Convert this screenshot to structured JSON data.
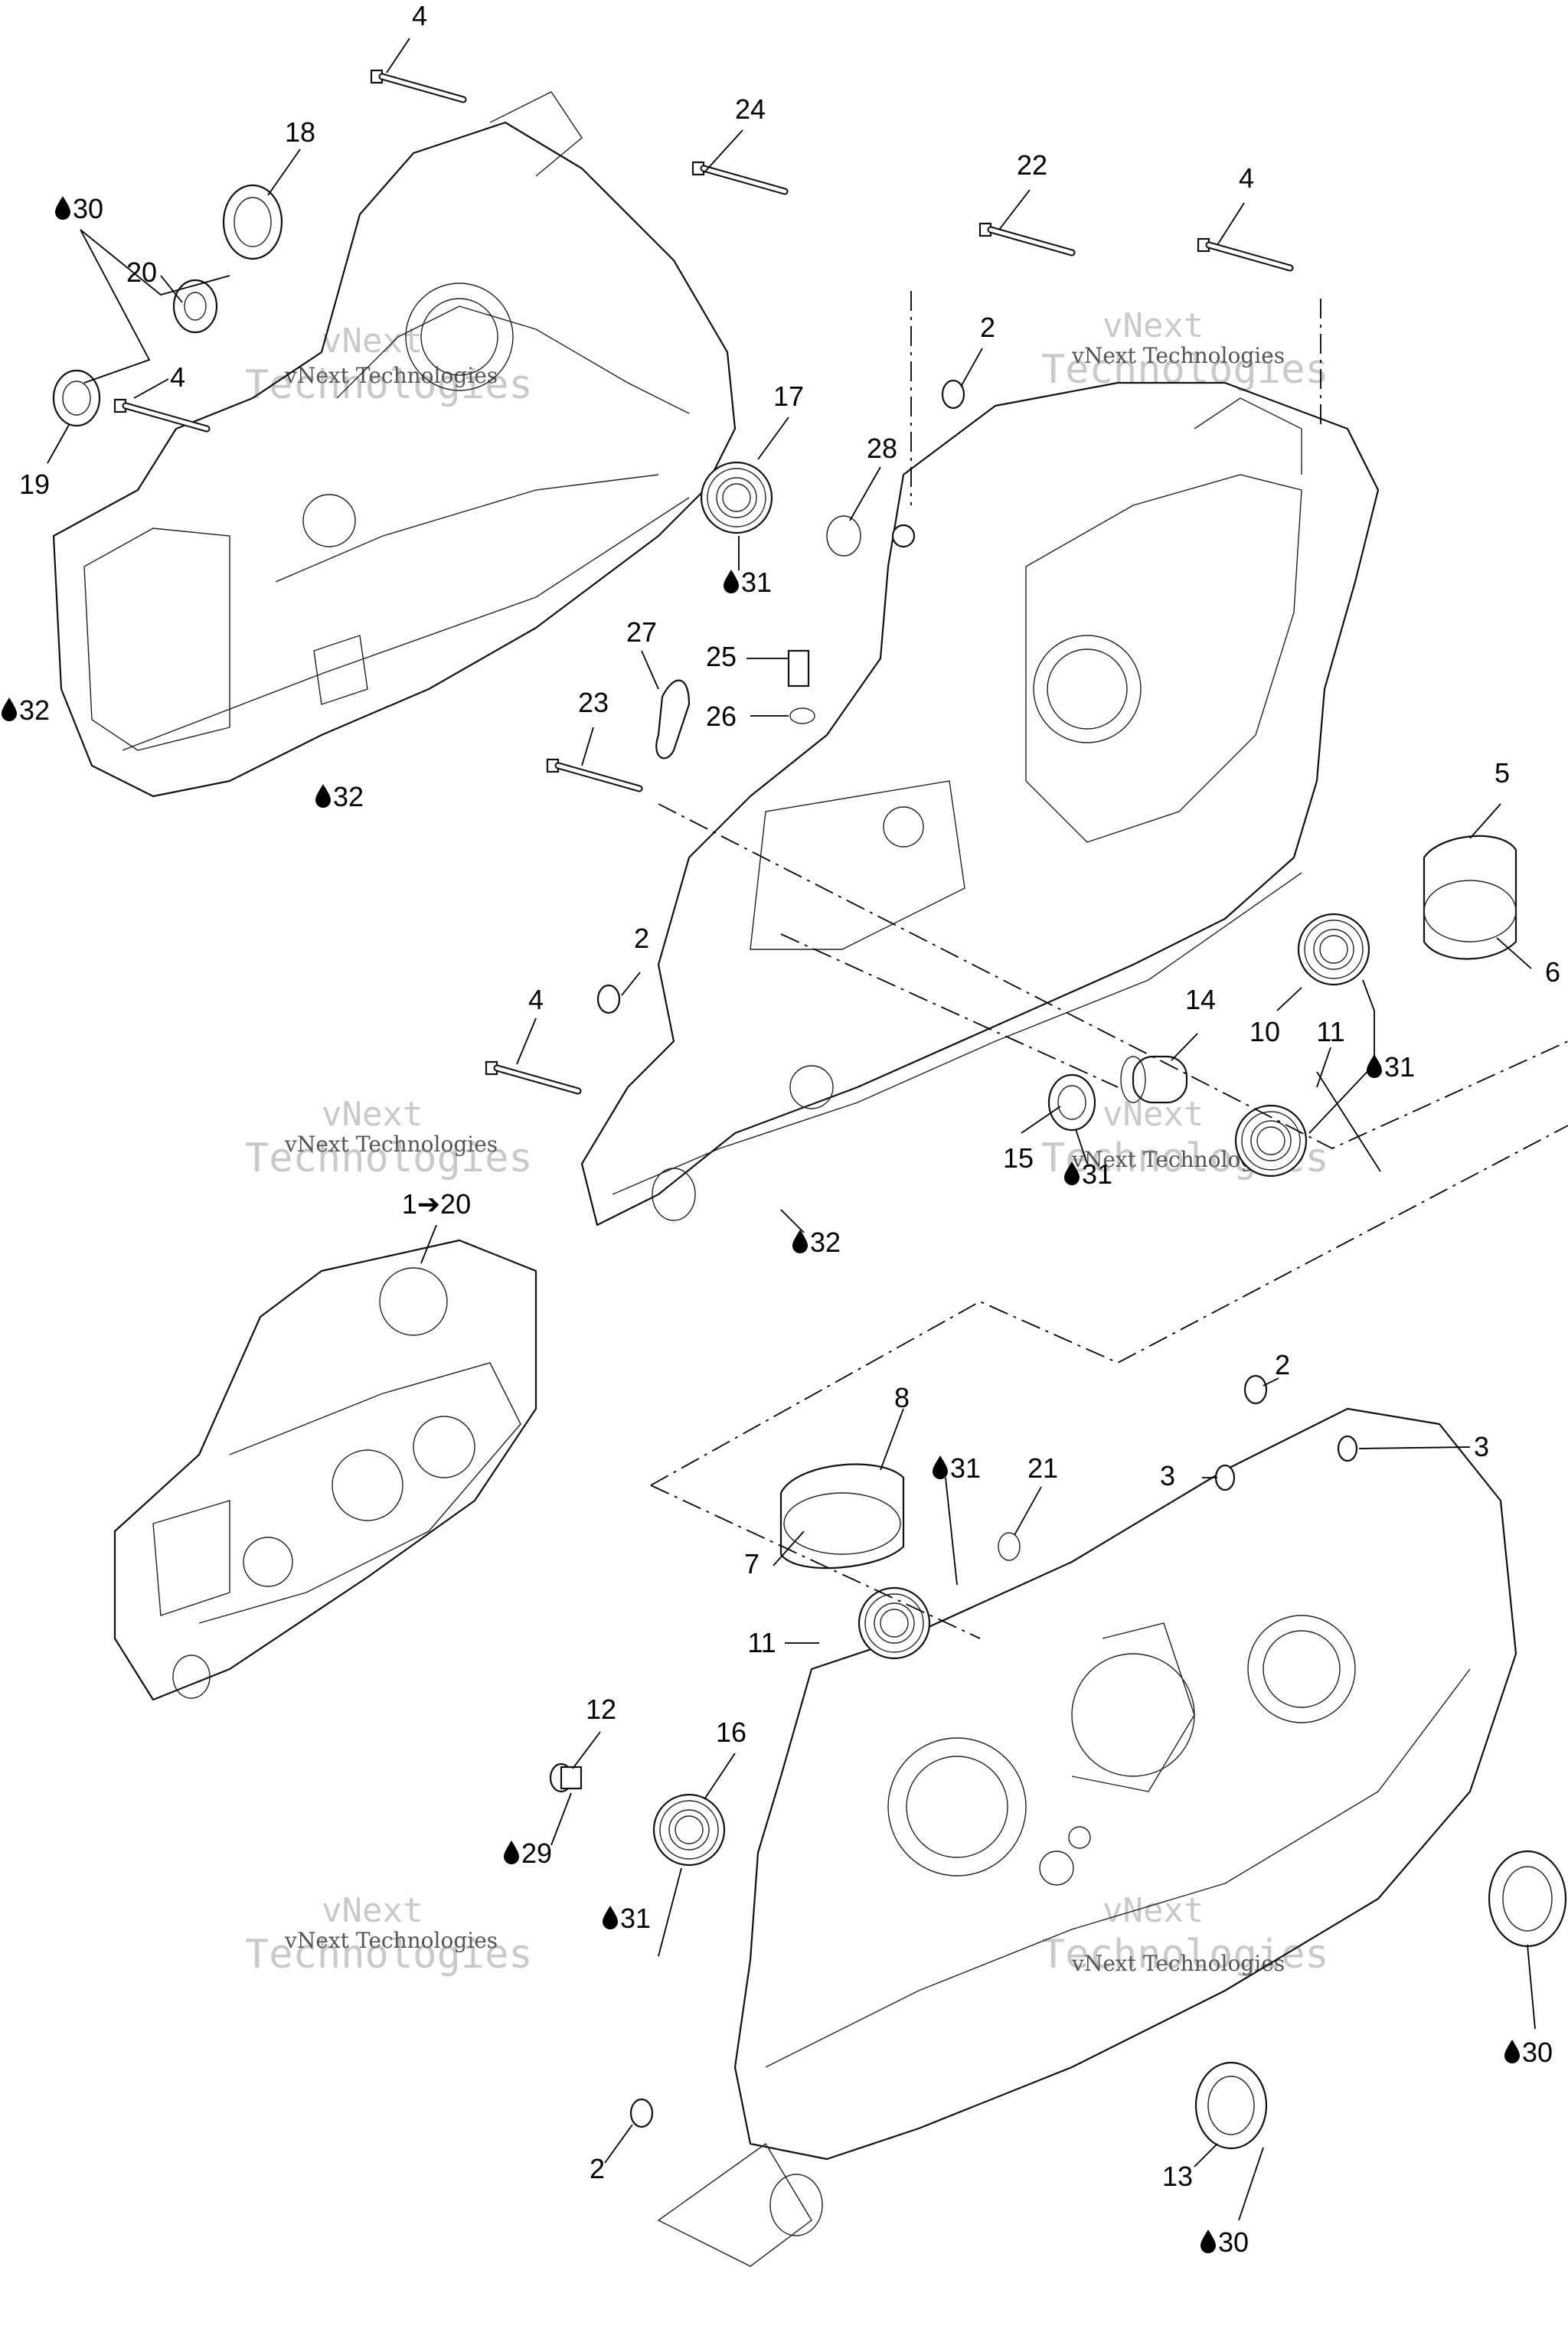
{
  "watermark": {
    "brand_line1": "vNext",
    "brand_line2": "Technologies",
    "brand_small": "vNext Technologies"
  },
  "callouts": {
    "c4_top": "4",
    "c18": "18",
    "c30_a": "30",
    "c20": "20",
    "c4_left": "4",
    "c19": "19",
    "c32_left": "32",
    "c32_bottom_left": "32",
    "c24": "24",
    "c22": "22",
    "c4_right": "4",
    "c2_top": "2",
    "c17": "17",
    "c31_a": "31",
    "c28": "28",
    "c27": "27",
    "c25": "25",
    "c26": "26",
    "c23": "23",
    "c5": "5",
    "c6": "6",
    "c2_mid": "2",
    "c4_mid": "4",
    "c14": "14",
    "c10": "10",
    "c11_a": "11",
    "c31_b": "31",
    "c15": "15",
    "c31_c": "31",
    "c32_mid": "32",
    "c1_20": "1➔20",
    "c8": "8",
    "c31_d": "31",
    "c21": "21",
    "c2_lower": "2",
    "c3_a": "3",
    "c3_b": "3",
    "c7": "7",
    "c11_b": "11",
    "c12": "12",
    "c16": "16",
    "c29": "29",
    "c31_e": "31",
    "c30_b": "30",
    "c2_bottom": "2",
    "c13": "13",
    "c30_c": "30"
  },
  "icons": {
    "oil_drop": "drop-icon"
  }
}
